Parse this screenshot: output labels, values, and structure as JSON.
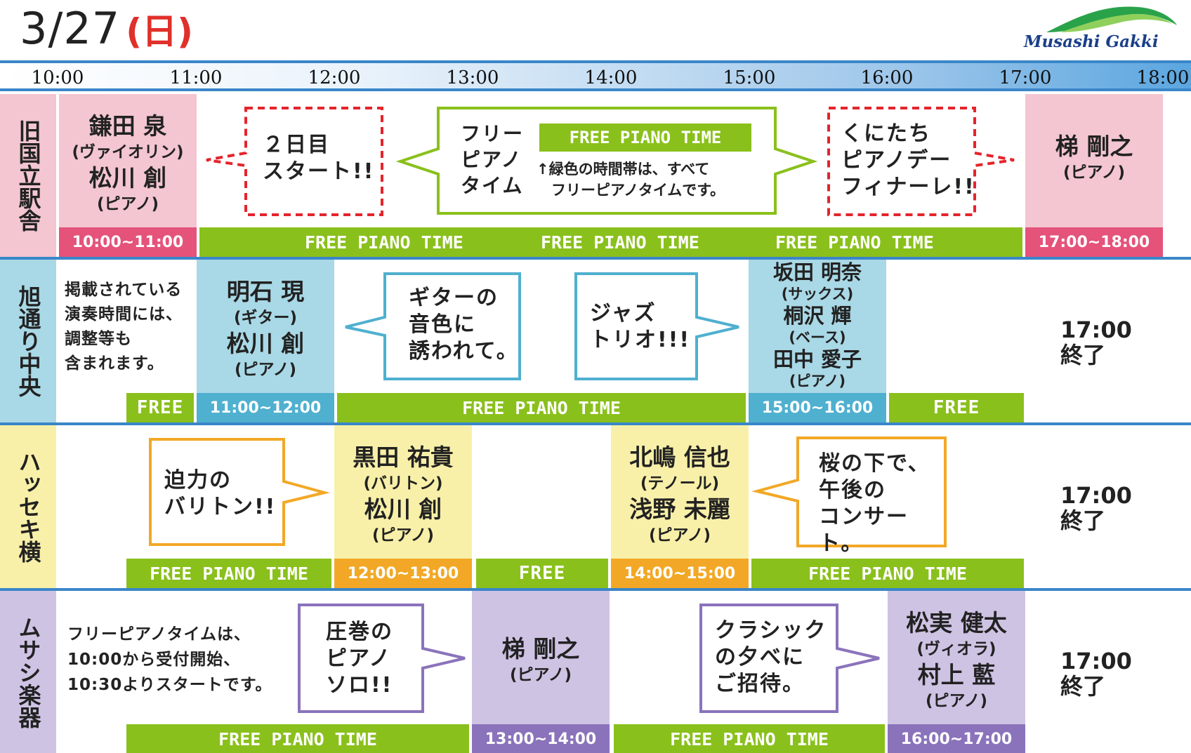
{
  "header": {
    "date": "3/27",
    "weekday": "(日)",
    "logo_text": "Musashi Gakki"
  },
  "colors": {
    "accent_blue": "#3a86c9",
    "free_green": "#8ac01c",
    "weekday_red": "#e0302a",
    "row1": "#f3c6d1",
    "row2": "#a9d8e6",
    "row3": "#f8f0a8",
    "row4": "#cfc3e4"
  },
  "timeline": [
    "10:00",
    "11:00",
    "12:00",
    "13:00",
    "14:00",
    "15:00",
    "16:00",
    "17:00",
    "18:00"
  ],
  "rows": [
    {
      "venue": "旧国立駅舎",
      "perf1": {
        "name1": "鎌田 泉",
        "inst1": "(ヴァイオリン)",
        "name2": "松川 創",
        "inst2": "(ピアノ)",
        "time": "10:00~11:00"
      },
      "perf2": {
        "name1": "梯 剛之",
        "inst1": "(ピアノ)",
        "time": "17:00~18:00"
      },
      "bubble_left": "２日目\nスタート!!",
      "bubble_center_title": "フリー\nピアノ\nタイム",
      "legend_label": "FREE PIANO TIME",
      "legend_note": "↑緑色の時間帯は、すべて\n　フリーピアノタイムです。",
      "bubble_right": "くにたち\nピアノデー\nフィナーレ!!",
      "bars": [
        "FREE PIANO TIME",
        "FREE PIANO TIME",
        "FREE PIANO TIME"
      ]
    },
    {
      "venue": "旭通り中央",
      "note": "掲載されている\n演奏時間には、\n調整等も\n含まれます。",
      "perf1": {
        "name1": "明石 現",
        "inst1": "(ギター)",
        "name2": "松川 創",
        "inst2": "(ピアノ)",
        "time": "11:00~12:00"
      },
      "bubble_left": "ギターの\n音色に\n誘われて。",
      "bubble_right": "ジャズ\nトリオ!!!",
      "perf2": {
        "name1": "坂田 明奈",
        "inst1": "(サックス)",
        "name2": "桐沢 輝",
        "inst2": "(ベース)",
        "name3": "田中 愛子",
        "inst3": "(ピアノ)",
        "time": "15:00~16:00"
      },
      "end": "17:00\n終了",
      "bars": [
        "FREE",
        "FREE PIANO TIME",
        "FREE"
      ]
    },
    {
      "venue": "ハッセキ横",
      "bubble_left": "迫力の\nバリトン!!",
      "perf1": {
        "name1": "黒田 祐貴",
        "inst1": "(バリトン)",
        "name2": "松川 創",
        "inst2": "(ピアノ)",
        "time": "12:00~13:00"
      },
      "perf2": {
        "name1": "北嶋 信也",
        "inst1": "(テノール)",
        "name2": "浅野 未麗",
        "inst2": "(ピアノ)",
        "time": "14:00~15:00"
      },
      "bubble_right": "桜の下で、\n午後の\nコンサート。",
      "end": "17:00\n終了",
      "bars": [
        "FREE PIANO TIME",
        "FREE",
        "FREE PIANO TIME"
      ]
    },
    {
      "venue": "ムサシ楽器",
      "note": "フリーピアノタイムは、\n10:00から受付開始、\n10:30よりスタートです。",
      "bubble_left": "圧巻の\nピアノ\nソロ!!",
      "perf1": {
        "name1": "梯 剛之",
        "inst1": "(ピアノ)",
        "time": "13:00~14:00"
      },
      "bubble_right": "クラシック\nの夕べに\nご招待。",
      "perf2": {
        "name1": "松実 健太",
        "inst1": "(ヴィオラ)",
        "name2": "村上 藍",
        "inst2": "(ピアノ)",
        "time": "16:00~17:00"
      },
      "end": "17:00\n終了",
      "bars": [
        "FREE PIANO TIME",
        "FREE PIANO TIME"
      ]
    }
  ]
}
